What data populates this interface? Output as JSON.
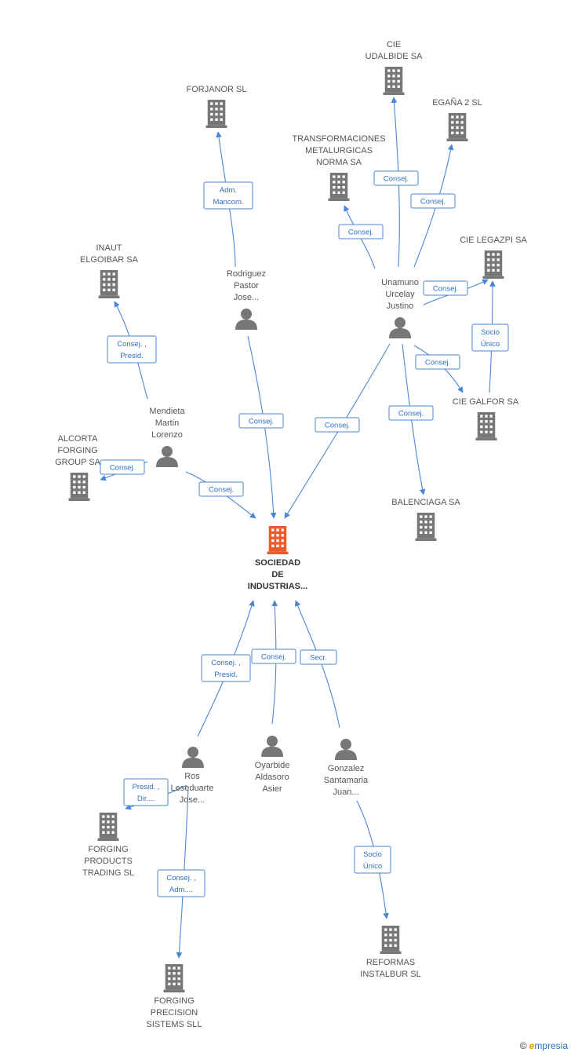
{
  "nodes": [
    {
      "id": "center",
      "kind": "company-main",
      "lines": [
        "SOCIEDAD",
        "DE",
        "INDUSTRIAS..."
      ]
    },
    {
      "id": "forjanor",
      "kind": "company",
      "lines": [
        "FORJANOR SL"
      ]
    },
    {
      "id": "cie_udalbide",
      "kind": "company",
      "lines": [
        "CIE",
        "UDALBIDE SA"
      ]
    },
    {
      "id": "egana2",
      "kind": "company",
      "lines": [
        "EGAÑA 2 SL"
      ]
    },
    {
      "id": "transformaciones",
      "kind": "company",
      "lines": [
        "TRANSFORMACIONES",
        "METALURGICAS",
        "NORMA SA"
      ]
    },
    {
      "id": "cie_legazpi",
      "kind": "company",
      "lines": [
        "CIE LEGAZPI SA"
      ]
    },
    {
      "id": "inaut",
      "kind": "company",
      "lines": [
        "INAUT",
        "ELGOIBAR SA"
      ]
    },
    {
      "id": "alcorta",
      "kind": "company",
      "lines": [
        "ALCORTA",
        "FORGING",
        "GROUP SA"
      ]
    },
    {
      "id": "cie_galfor",
      "kind": "company",
      "lines": [
        "CIE GALFOR SA"
      ]
    },
    {
      "id": "balenciaga",
      "kind": "company",
      "lines": [
        "BALENCIAGA SA"
      ]
    },
    {
      "id": "forging_products",
      "kind": "company",
      "lines": [
        "FORGING",
        "PRODUCTS",
        "TRADING SL"
      ]
    },
    {
      "id": "forging_precision",
      "kind": "company",
      "lines": [
        "FORGING",
        "PRECISION",
        "SISTEMS SLL"
      ]
    },
    {
      "id": "reformas",
      "kind": "company",
      "lines": [
        "REFORMAS",
        "INSTALBUR SL"
      ]
    },
    {
      "id": "rodriguez",
      "kind": "person",
      "lines": [
        "Rodriguez",
        "Pastor",
        "Jose..."
      ]
    },
    {
      "id": "unamuno",
      "kind": "person",
      "lines": [
        "Unamuno",
        "Urcelay",
        "Justino"
      ]
    },
    {
      "id": "mendieta",
      "kind": "person",
      "lines": [
        "Mendieta",
        "Martin",
        "Lorenzo"
      ]
    },
    {
      "id": "ros",
      "kind": "person",
      "lines": [
        "Ros",
        "Leseduarte",
        "Jose..."
      ]
    },
    {
      "id": "oyarbide",
      "kind": "person",
      "lines": [
        "Oyarbide",
        "Aldasoro",
        "Asier"
      ]
    },
    {
      "id": "gonzalez",
      "kind": "person",
      "lines": [
        "Gonzalez",
        "Santamaria",
        "Juan..."
      ]
    }
  ],
  "edges": [
    {
      "id": "e1",
      "from": "rodriguez",
      "to": "forjanor",
      "lines": [
        "Adm.",
        "Mancom."
      ]
    },
    {
      "id": "e2",
      "from": "rodriguez",
      "to": "center",
      "lines": [
        "Consej."
      ]
    },
    {
      "id": "e3",
      "from": "unamuno",
      "to": "cie_udalbide",
      "lines": [
        "Consej."
      ]
    },
    {
      "id": "e4",
      "from": "unamuno",
      "to": "egana2",
      "lines": [
        "Consej."
      ]
    },
    {
      "id": "e5",
      "from": "unamuno",
      "to": "transformaciones",
      "lines": [
        "Consej."
      ]
    },
    {
      "id": "e6",
      "from": "unamuno",
      "to": "cie_legazpi",
      "lines": [
        "Consej."
      ]
    },
    {
      "id": "e7",
      "from": "unamuno",
      "to": "cie_galfor",
      "lines": [
        "Consej."
      ]
    },
    {
      "id": "e8",
      "from": "unamuno",
      "to": "balenciaga",
      "lines": [
        "Consej."
      ]
    },
    {
      "id": "e9",
      "from": "unamuno",
      "to": "center",
      "lines": [
        "Consej."
      ]
    },
    {
      "id": "e10",
      "from": "cie_galfor",
      "to": "cie_legazpi",
      "lines": [
        "Socio",
        "Único"
      ]
    },
    {
      "id": "e11",
      "from": "mendieta",
      "to": "inaut",
      "lines": [
        "Consej. ,",
        "Presid."
      ]
    },
    {
      "id": "e12",
      "from": "mendieta",
      "to": "alcorta",
      "lines": [
        "Consej."
      ]
    },
    {
      "id": "e13",
      "from": "mendieta",
      "to": "center",
      "lines": [
        "Consej."
      ]
    },
    {
      "id": "e14",
      "from": "ros",
      "to": "center",
      "lines": [
        "Consej. ,",
        "Presid."
      ]
    },
    {
      "id": "e15",
      "from": "oyarbide",
      "to": "center",
      "lines": [
        "Consej."
      ]
    },
    {
      "id": "e16",
      "from": "gonzalez",
      "to": "center",
      "lines": [
        "Secr."
      ]
    },
    {
      "id": "e17",
      "from": "ros",
      "to": "forging_products",
      "lines": [
        "Presid. ,",
        "Dir...."
      ]
    },
    {
      "id": "e18",
      "from": "ros",
      "to": "forging_precision",
      "lines": [
        "Consej. ,",
        "Adm...."
      ]
    },
    {
      "id": "e19",
      "from": "gonzalez",
      "to": "reformas",
      "lines": [
        "Socio",
        "Único"
      ]
    }
  ],
  "colors": {
    "edge": "#4a86d6",
    "company_icon": "#777777",
    "main_company_icon": "#f05a28",
    "person_icon": "#777777"
  },
  "footer": {
    "copyright": "©",
    "brand_initial": "e",
    "brand_rest": "mpresia"
  }
}
